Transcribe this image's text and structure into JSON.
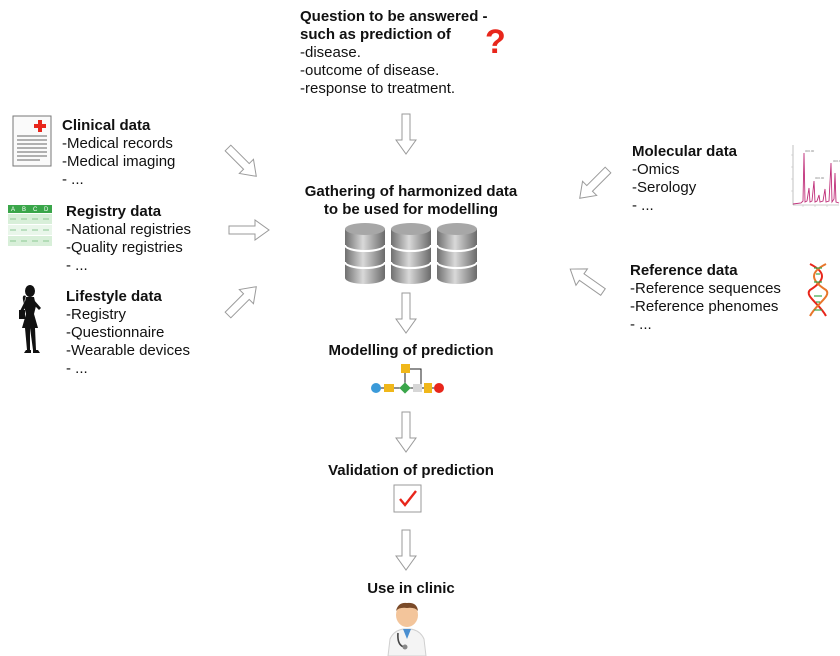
{
  "question": {
    "title_line1": "Question to be answered -",
    "title_line2": "such as prediction of",
    "items": [
      "-disease.",
      "-outcome of disease.",
      "-response to treatment."
    ],
    "mark": "?"
  },
  "clinical": {
    "title": "Clinical data",
    "items": [
      "-Medical records",
      "-Medical imaging",
      "- ..."
    ]
  },
  "registry": {
    "title": "Registry data",
    "items": [
      "-National registries",
      "-Quality registries",
      "- ..."
    ],
    "table_header": [
      "A",
      "B",
      "C",
      "D"
    ]
  },
  "lifestyle": {
    "title": "Lifestyle data",
    "items": [
      "-Registry",
      "-Questionnaire",
      "-Wearable devices",
      "- ..."
    ]
  },
  "molecular": {
    "title": "Molecular data",
    "items": [
      "-Omics",
      "-Serology",
      "- ..."
    ]
  },
  "reference": {
    "title": "Reference data",
    "items": [
      "-Reference sequences",
      "-Reference phenomes",
      "- ..."
    ]
  },
  "gathering": {
    "line1": "Gathering of harmonized data",
    "line2": "to be used for modelling"
  },
  "modelling": {
    "title": "Modelling of prediction"
  },
  "validation": {
    "title": "Validation of prediction"
  },
  "clinic": {
    "title": "Use in clinic"
  },
  "colors": {
    "red": "#e8261b",
    "arrow": "#9a9a9a",
    "db": "#8f8f8f",
    "green": "#3aa64a",
    "yellow": "#f0b71a",
    "blue": "#3a9ad9"
  },
  "icons": [
    "document-icon",
    "spreadsheet-icon",
    "woman-silhouette-icon",
    "spectrum-icon",
    "dna-icon",
    "database-icon",
    "workflow-icon",
    "checkbox-icon",
    "doctor-icon"
  ]
}
